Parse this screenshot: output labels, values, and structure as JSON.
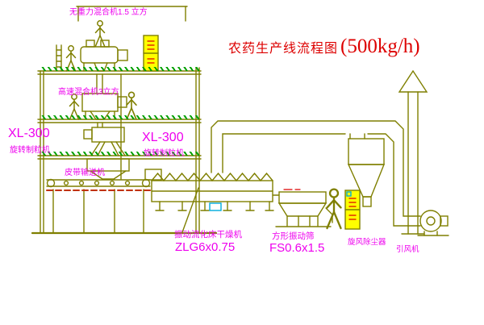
{
  "title": {
    "main": "农药生产线流程图",
    "capacity": "(500kg/h)"
  },
  "equipment_labels": {
    "gravity_mixer": "无重力混合机1.5 立方",
    "high_speed_mixer": "高速混合机3立方",
    "granulator_left": {
      "model": "XL-300",
      "name": "旋转制粒机"
    },
    "granulator_mid": {
      "model": "XL-300",
      "name": "旋转制粒机"
    },
    "belt_conveyor": "皮带输送机",
    "fluid_bed_dryer": {
      "name": "振动流化床干燥机",
      "model": "ZLG6x0.75"
    },
    "square_sieve": {
      "name": "方形振动筛",
      "model": "FS0.6x1.5"
    },
    "cyclone": "旋风除尘器",
    "induced_draft_fan": "引风机"
  },
  "colors": {
    "line": "#7f7f00",
    "label": "#ee00ee",
    "title": "#dd0000",
    "cabinet_fill": "#ffff00",
    "cabinet_text": "#dd0000",
    "floor_hatch": "#00a000",
    "belt_band": "#c03000",
    "accent": "#00aadd"
  }
}
